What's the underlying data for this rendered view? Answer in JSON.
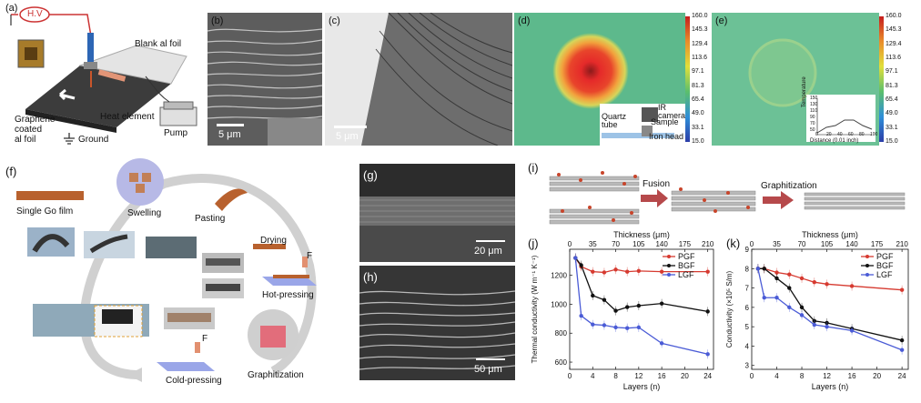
{
  "panels": {
    "a": {
      "label": "(a)",
      "hv": "H.V",
      "blank_foil": "Blank al foil",
      "graphene_foil": "Graphene\ncoated\nal foil",
      "heat_element": "Heat element",
      "pump": "Pump",
      "ground": "Ground"
    },
    "b": {
      "label": "(b)",
      "scale": "5 μm"
    },
    "c": {
      "label": "(c)",
      "scale": "5 μm"
    },
    "d": {
      "label": "(d)",
      "ir_camera": "IR\ncamera",
      "sample": "Sample",
      "quartz_tube": "Quartz\ntube",
      "iron_head": "Iron head",
      "colorbar": [
        "160.0",
        "145.3",
        "129.4",
        "113.6",
        "97.1",
        "81.3",
        "65.4",
        "49.0",
        "33.1",
        "15.0"
      ]
    },
    "e": {
      "label": "(e)",
      "colorbar": [
        "160.0",
        "145.3",
        "129.4",
        "113.6",
        "97.1",
        "81.3",
        "65.4",
        "49.0",
        "33.1",
        "15.0"
      ],
      "inset_ylabel": "Temperature",
      "inset_xlabel": "Distance (0.01 inch)",
      "inset_xticks": [
        "0",
        "20",
        "40",
        "60",
        "80",
        "100"
      ],
      "inset_yticks": [
        "150",
        "130",
        "110",
        "90",
        "70",
        "50"
      ]
    },
    "f": {
      "label": "(f)",
      "single_go": "Single Go film",
      "swelling": "Swelling",
      "pasting": "Pasting",
      "drying": "Drying",
      "hot_pressing": "Hot-pressing",
      "graphitization": "Graphitization",
      "cold_pressing": "Cold-pressing",
      "force1": "F",
      "force2": "F"
    },
    "g": {
      "label": "(g)",
      "scale": "20 μm"
    },
    "h": {
      "label": "(h)",
      "scale": "50 μm"
    },
    "i": {
      "label": "(i)",
      "fusion": "Fusion",
      "graphitization": "Graphitization"
    }
  },
  "chart_data": [
    {
      "id": "j",
      "panel_label": "(j)",
      "type": "line",
      "xlabel": "Layers (n)",
      "x2label": "Thickness (μm)",
      "ylabel": "Thermal conductivity (W m⁻¹ K⁻¹)",
      "xlim": [
        0,
        25
      ],
      "ylim": [
        550,
        1380
      ],
      "xticks": [
        0,
        4,
        8,
        12,
        16,
        20,
        24
      ],
      "x2ticks": [
        "0",
        "35",
        "70",
        "105",
        "140",
        "175",
        "210"
      ],
      "yticks": [
        600,
        800,
        1000,
        1200
      ],
      "series": [
        {
          "name": "PGF",
          "color": "#d63a30",
          "x": [
            1,
            2,
            4,
            6,
            8,
            10,
            12,
            16,
            24
          ],
          "y": [
            1320,
            1260,
            1225,
            1220,
            1240,
            1225,
            1230,
            1225,
            1225
          ]
        },
        {
          "name": "BGF",
          "color": "#111111",
          "x": [
            1,
            2,
            4,
            6,
            8,
            10,
            12,
            16,
            24
          ],
          "y": [
            1320,
            1270,
            1060,
            1030,
            955,
            980,
            990,
            1005,
            950
          ]
        },
        {
          "name": "LGF",
          "color": "#4a5bd6",
          "x": [
            1,
            2,
            4,
            6,
            8,
            10,
            12,
            16,
            24
          ],
          "y": [
            1320,
            920,
            860,
            855,
            840,
            835,
            840,
            730,
            655
          ]
        }
      ]
    },
    {
      "id": "k",
      "panel_label": "(k)",
      "type": "line",
      "xlabel": "Layers (n)",
      "x2label": "Thickness (μm)",
      "ylabel": "Conductivity (×10⁵ S/m)",
      "xlim": [
        0,
        25
      ],
      "ylim": [
        2.8,
        9.0
      ],
      "xticks": [
        0,
        4,
        8,
        12,
        16,
        20,
        24
      ],
      "x2ticks": [
        "0",
        "35",
        "70",
        "105",
        "140",
        "175",
        "210"
      ],
      "yticks": [
        3,
        4,
        5,
        6,
        7,
        8,
        9
      ],
      "series": [
        {
          "name": "PGF",
          "color": "#d63a30",
          "x": [
            1,
            2,
            4,
            6,
            8,
            10,
            12,
            16,
            24
          ],
          "y": [
            8.0,
            8.0,
            7.8,
            7.7,
            7.5,
            7.3,
            7.2,
            7.1,
            6.9
          ]
        },
        {
          "name": "BGF",
          "color": "#111111",
          "x": [
            1,
            2,
            4,
            6,
            8,
            10,
            12,
            16,
            24
          ],
          "y": [
            8.0,
            8.0,
            7.5,
            7.0,
            6.0,
            5.3,
            5.2,
            4.9,
            4.3
          ]
        },
        {
          "name": "LGF",
          "color": "#4a5bd6",
          "x": [
            1,
            2,
            4,
            6,
            8,
            10,
            12,
            16,
            24
          ],
          "y": [
            8.0,
            6.5,
            6.5,
            6.0,
            5.6,
            5.1,
            5.0,
            4.8,
            3.8
          ]
        }
      ]
    }
  ]
}
